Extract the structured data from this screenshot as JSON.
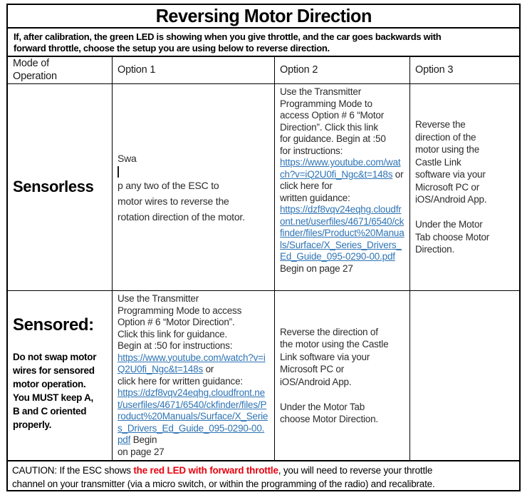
{
  "title": "Reversing Motor Direction",
  "intro": "If, after calibration, the green LED is showing when you give throttle, and the car goes backwards with\nforward throttle, choose the setup you are using below to reverse direction.",
  "colors": {
    "link_blue": "#2e74b5",
    "caution_red": "#e8000d",
    "border_black": "#000000"
  },
  "table": {
    "headers": [
      "Mode of\nOperation",
      "Option 1",
      "Option 2",
      "Option 3"
    ],
    "sensorless": {
      "mode": "Sensorless",
      "option1_segments": [
        {
          "t": "text",
          "v": "Swa"
        },
        {
          "t": "caret"
        },
        {
          "t": "text",
          "v": "p any two of the ESC to\nmotor wires to reverse the\nrotation direction of the motor."
        }
      ],
      "option2_segments": [
        {
          "t": "text",
          "v": "Use the Transmitter\nProgramming Mode to\naccess Option # 6 “Motor\nDirection”.  Click this link\nfor guidance. Begin at :50\nfor instructions:\n"
        },
        {
          "t": "link",
          "name": "youtube-link",
          "v": "https://www.youtube.com/watch?v=iQ2U0fi_Ngc&t=148s"
        },
        {
          "t": "text",
          "v": " or click here for\nwritten guidance:\n"
        },
        {
          "t": "link",
          "name": "pdf-guide-link",
          "v": "https://dzf8vqv24eqhg.cloudfront.net/userfiles/4671/6540/ckfinder/files/Product%20Manuals/Surface/X_Series_Drivers_Ed_Guide_095-0290-00.pdf"
        },
        {
          "t": "text",
          "v": "\nBegin on page 27"
        }
      ],
      "option3": "Reverse the\ndirection of the\nmotor using the\nCastle Link\nsoftware via your\nMicrosoft PC or\niOS/Android App.\n\nUnder the Motor\nTab choose Motor\nDirection."
    },
    "sensored": {
      "mode": "Sensored:",
      "mode_note": "Do not swap motor\nwires for sensored\nmotor operation.\nYou MUST keep A,\nB and C oriented\nproperly.",
      "option1_segments": [
        {
          "t": "text",
          "v": "Use the Transmitter\nProgramming Mode to access\nOption # 6 “Motor Direction”.\nClick this link for guidance.\nBegin at :50 for instructions:\n"
        },
        {
          "t": "link",
          "name": "youtube-link",
          "v": "https://www.youtube.com/watch?v=iQ2U0fi_Ngc&t=148s"
        },
        {
          "t": "text",
          "v": " or\nclick here for written guidance:\n"
        },
        {
          "t": "link",
          "name": "pdf-guide-link",
          "v": "https://dzf8vqv24eqhg.cloudfront.net/userfiles/4671/6540/ckfinder/files/Product%20Manuals/Surface/X_Series_Drivers_Ed_Guide_095-0290-00.pdf"
        },
        {
          "t": "text",
          "v": "  Begin\non page 27"
        }
      ],
      "option2": "Reverse the direction of\nthe motor using the Castle\nLink software via your\nMicrosoft PC or\niOS/Android App.\n\nUnder the Motor Tab\nchoose Motor Direction.",
      "option3": ""
    }
  },
  "caution_segments": [
    {
      "t": "text",
      "v": "CAUTION: If the ESC shows "
    },
    {
      "t": "em",
      "v": "the red LED with forward throttle"
    },
    {
      "t": "text",
      "v": ", you will need to reverse your throttle\nchannel on your transmitter (via a micro switch, or within the programming of the radio) and recalibrate."
    }
  ]
}
